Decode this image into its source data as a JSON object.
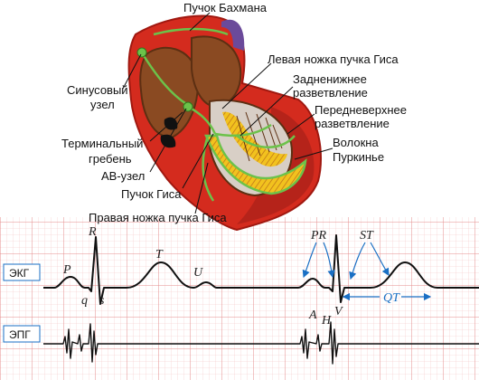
{
  "heart_labels": {
    "bachmann": "Пучок Бахмана",
    "sinus_node_1": "Синусовый",
    "sinus_node_2": "узел",
    "left_branch": "Левая ножка пучка Гиса",
    "posterior_1": "Задненижнее",
    "posterior_2": "разветвление",
    "anterior_1": "Передневерхнее",
    "anterior_2": "разветвление",
    "terminal_1": "Терминальный",
    "terminal_2": "гребень",
    "purkinje_1": "Волокна",
    "purkinje_2": "Пуркинье",
    "av_node": "АВ-узел",
    "his_bundle": "Пучок Гиса",
    "right_branch": "Правая ножка пучка Гиса"
  },
  "tracks": {
    "ecg": "ЭКГ",
    "epg": "ЭПГ"
  },
  "wave_labels": {
    "P": "P",
    "R": "R",
    "T": "T",
    "U": "U",
    "q": "q",
    "s": "s",
    "PR": "PR",
    "ST": "ST",
    "QT": "QT",
    "A": "A",
    "H": "H",
    "V": "V"
  },
  "colors": {
    "grid_minor": "#f4c4c4",
    "grid_major": "#e58c8c",
    "heart_red": "#d42b1e",
    "heart_dark": "#a01810",
    "chamber": "#8a4a22",
    "conduction": "#6cc24a",
    "purkinje_yellow": "#f2c21e",
    "arrow_blue": "#1a6fc4"
  }
}
